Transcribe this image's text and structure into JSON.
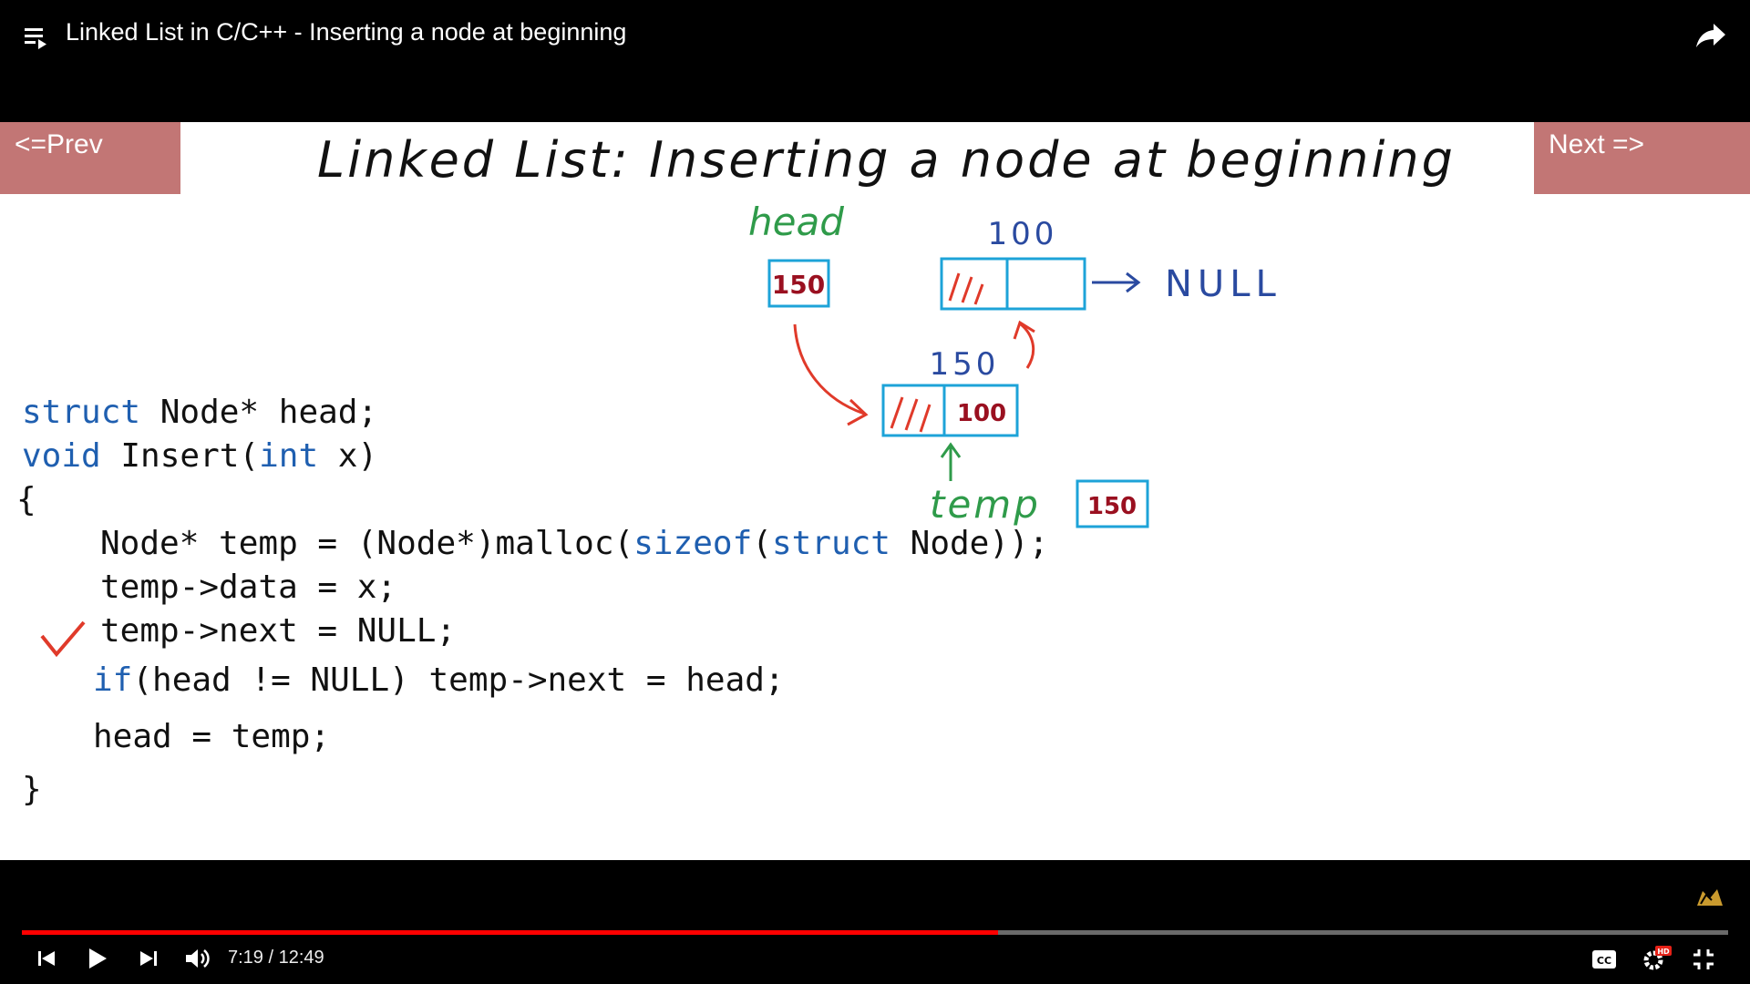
{
  "video": {
    "title": "Linked List in C/C++ - Inserting a node at beginning",
    "current_time": "7:19",
    "duration": "12:49",
    "time_separator": " / ",
    "progress_fraction": 0.572
  },
  "slide": {
    "prev_label": "<=Prev",
    "next_label": "Next =>",
    "heading": "Linked List: Inserting a node at beginning",
    "diagram": {
      "head_label": "head",
      "head_value": "150",
      "node1_address": "100",
      "null_label": "NULL",
      "node2_address": "150",
      "node2_next": "100",
      "temp_label": "temp",
      "temp_value": "150"
    },
    "code": {
      "line1": {
        "kw": "struct",
        "rest": " Node* head;"
      },
      "line2": {
        "kw": "void",
        "mid": " Insert(",
        "kw2": "int",
        "rest": " x)"
      },
      "line3": "{",
      "line4": {
        "pre": "Node* temp = (Node*)malloc(",
        "kw": "sizeof",
        "mid": "(",
        "kw2": "struct",
        "rest": " Node));"
      },
      "line5": "temp->data = x;",
      "line6": "temp->next = NULL;",
      "line7": {
        "kw": "if",
        "rest": "(head != NULL) temp->next = head;"
      },
      "line8": "head = temp;",
      "line9": "}"
    }
  },
  "colors": {
    "keyword": "#1f5fb0",
    "diagram_blue": "#1da3d8",
    "annotation_red": "#e03a2a",
    "label_green": "#2f9b4a",
    "value_maroon": "#9a1020",
    "progress_red": "#ff0000",
    "nav_button": "#c27675"
  },
  "icons": [
    "playlist-icon",
    "share-icon",
    "previous-icon",
    "play-icon",
    "next-icon",
    "volume-icon",
    "captions-icon",
    "settings-icon",
    "exit-fullscreen-icon",
    "brand-icon"
  ]
}
